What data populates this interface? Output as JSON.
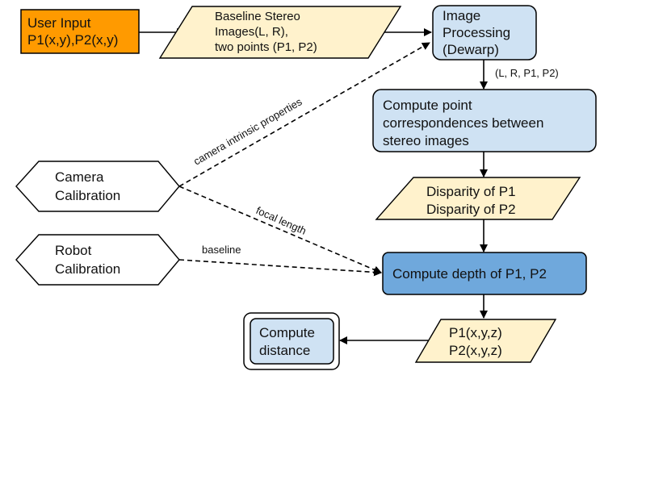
{
  "colors": {
    "orange": "#ff9a00",
    "light_blue": "#cfe2f3",
    "mid_blue": "#6fa8dc",
    "cream": "#fff2cc",
    "stroke": "#000000"
  },
  "nodes": {
    "user_input": [
      "User Input",
      "P1(x,y),P2(x,y)"
    ],
    "stereo_images": [
      "Baseline Stereo",
      "Images(L, R),",
      "two points (P1, P2)"
    ],
    "image_processing": [
      "Image",
      "Processing",
      "(Dewarp)"
    ],
    "point_correspondences": [
      "Compute point",
      "correspondences between",
      "stereo images"
    ],
    "disparity": [
      "Disparity of P1",
      "Disparity of P2"
    ],
    "compute_depth": [
      "Compute depth of P1, P2"
    ],
    "xyz": [
      "P1(x,y,z)",
      "P2(x,y,z)"
    ],
    "compute_distance": [
      "Compute",
      "distance"
    ],
    "camera_calibration": [
      "Camera",
      "Calibration"
    ],
    "robot_calibration": [
      "Robot",
      "Calibration"
    ]
  },
  "edge_labels": {
    "dewarp_output": "(L, R, P1, P2)",
    "camera_intrinsic": "camera intrinsic properties",
    "focal_length": "focal length",
    "baseline": "baseline"
  }
}
